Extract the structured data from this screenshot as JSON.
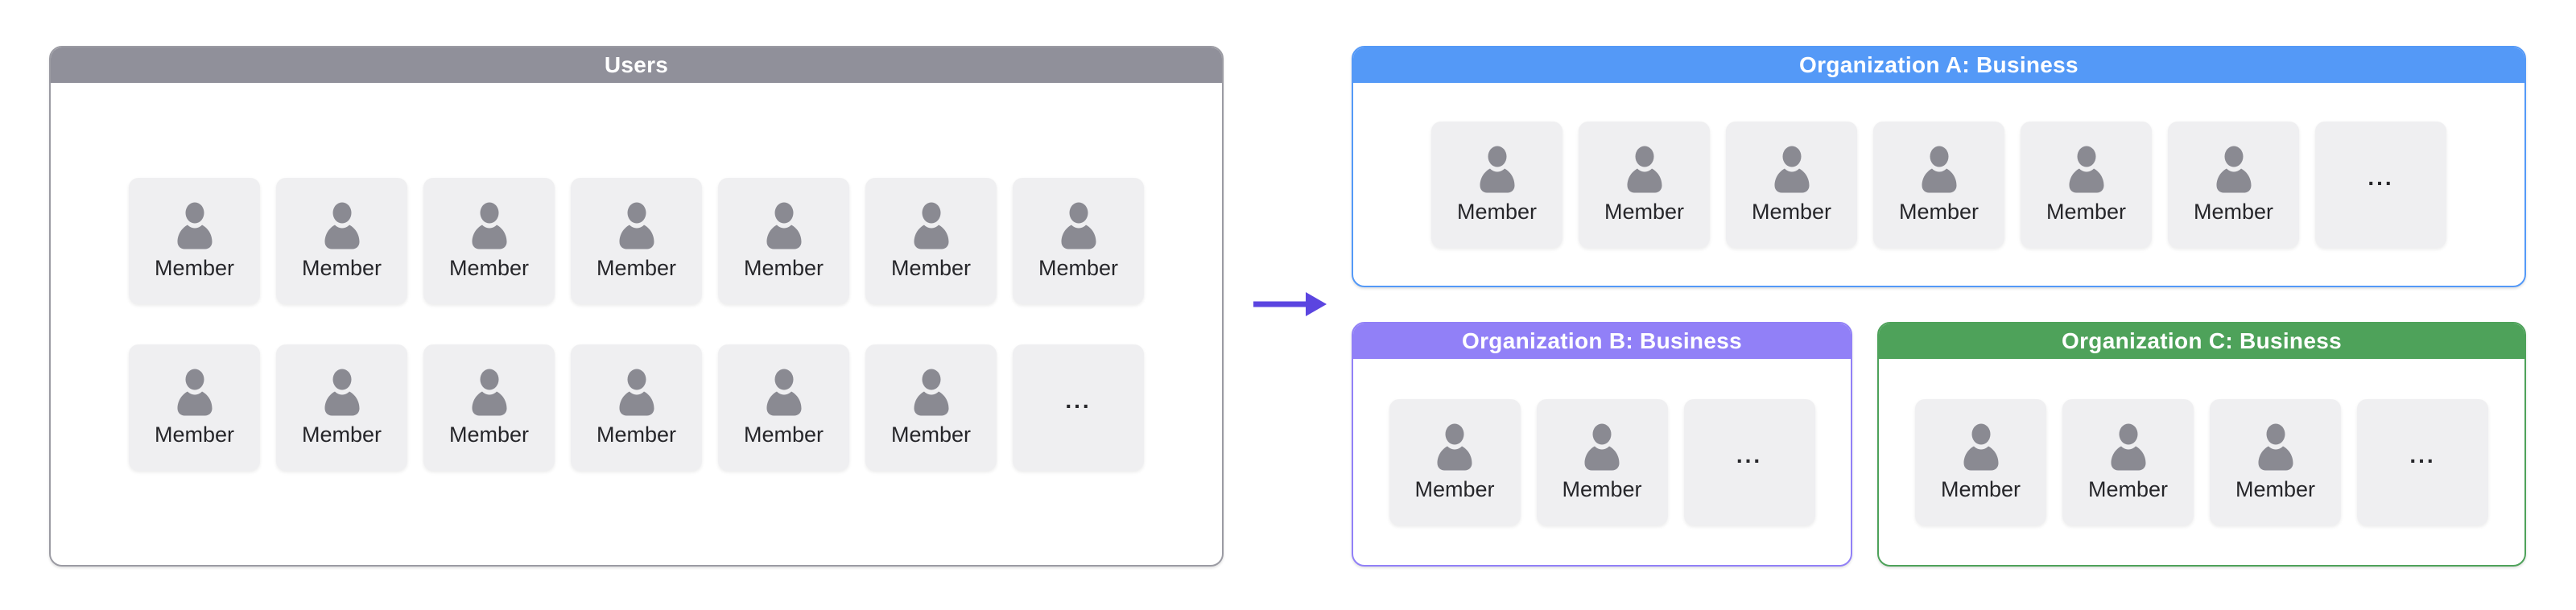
{
  "labels": {
    "member": "Member",
    "ellipsis": "..."
  },
  "arrow": {
    "direction": "right",
    "color": "#5B45E0"
  },
  "panels": {
    "users": {
      "title": "Users",
      "header_bg": "#90909A",
      "border_color": "#9B9BA3",
      "rows": [
        [
          "member",
          "member",
          "member",
          "member",
          "member",
          "member",
          "member"
        ],
        [
          "member",
          "member",
          "member",
          "member",
          "member",
          "member",
          "ellipsis"
        ]
      ]
    },
    "orgs": [
      {
        "title": "Organization A: Business",
        "color": "#5499F7",
        "cards": [
          "member",
          "member",
          "member",
          "member",
          "member",
          "member",
          "ellipsis"
        ]
      },
      {
        "title": "Organization B: Business",
        "color": "#9180F7",
        "cards": [
          "member",
          "member",
          "ellipsis"
        ]
      },
      {
        "title": "Organization C: Business",
        "color": "#4EA25A",
        "cards": [
          "member",
          "member",
          "member",
          "ellipsis"
        ]
      }
    ]
  },
  "style": {
    "card_bg": "#EFEFF1",
    "icon_color": "#8A8A92",
    "text_color": "#26262A"
  }
}
